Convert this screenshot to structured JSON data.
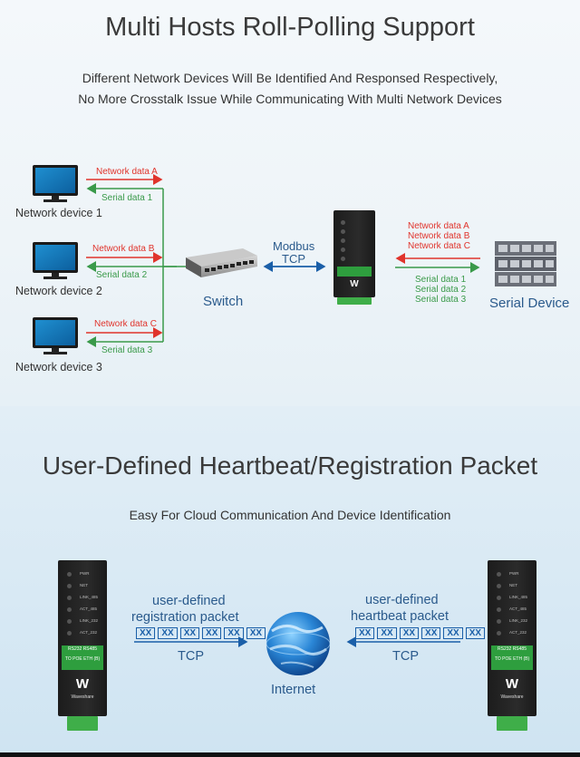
{
  "section1": {
    "title": "Multi Hosts Roll-Polling Support",
    "subtitle_line1": "Different Network Devices Will Be Identified And Responsed Respectively,",
    "subtitle_line2": "No More Crosstalk Issue While Communicating With Multi Network Devices",
    "devices": [
      {
        "label": "Network device 1",
        "tx": "Network data A",
        "rx": "Serial data 1"
      },
      {
        "label": "Network device 2",
        "tx": "Network data B",
        "rx": "Serial data 2"
      },
      {
        "label": "Network device 3",
        "tx": "Network data C",
        "rx": "Serial data 3"
      }
    ],
    "switch_label": "Switch",
    "modbus_line1": "Modbus",
    "modbus_line2": "TCP",
    "right_tx": [
      "Network data A",
      "Network data B",
      "Network data C"
    ],
    "right_rx": [
      "Serial data 1",
      "Serial data 2",
      "Serial data 3"
    ],
    "serial_device_label": "Serial Device"
  },
  "section2": {
    "title": "User-Defined Heartbeat/Registration Packet",
    "subtitle": "Easy For Cloud Communication And Device Identification",
    "left_line1": "user-defined",
    "left_line2": "registration packet",
    "right_line1": "user-defined",
    "right_line2": "heartbeat packet",
    "packet_bytes": [
      "XX",
      "XX",
      "XX",
      "XX",
      "XX",
      "XX"
    ],
    "tcp_label": "TCP",
    "internet_label": "Internet"
  },
  "module": {
    "leds": [
      "PWR",
      "NET",
      "LINK_485",
      "ACT_485",
      "LINK_232",
      "ACT_232"
    ],
    "label_line1": "RS232 RS485",
    "label_line2": "TO POE ETH (B)",
    "brand": "Waveshare"
  },
  "colors": {
    "red": "#e0342c",
    "green": "#3a9a4a",
    "blue": "#1a5fa8",
    "title": "#3a3a3a"
  }
}
